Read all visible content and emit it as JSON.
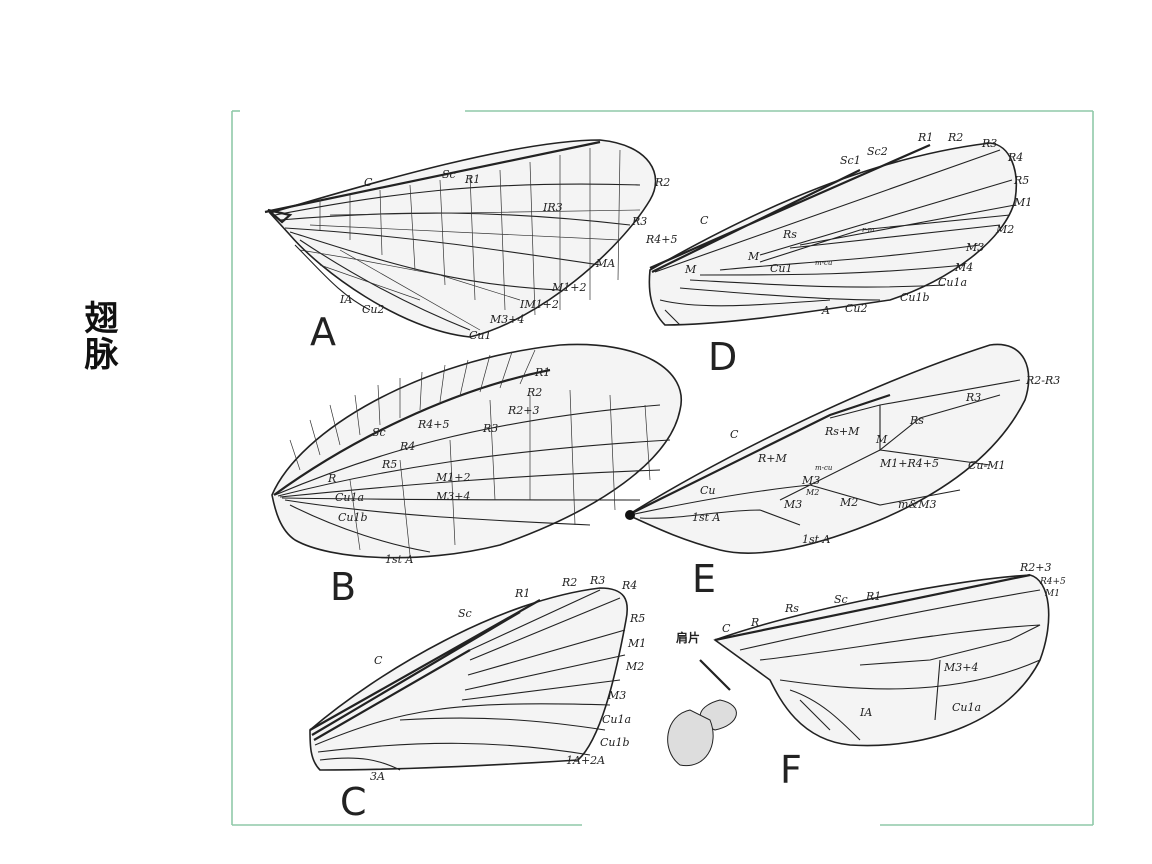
{
  "slide": {
    "title": "翅脉"
  },
  "figure": {
    "panel_letters": [
      "A",
      "B",
      "C",
      "D",
      "E",
      "F"
    ],
    "wing_a": [
      "C",
      "Sc",
      "R1",
      "R2",
      "IR3",
      "R3",
      "R4+5",
      "MA",
      "M1+2",
      "IM1+2",
      "M3+4",
      "Cu1",
      "Cu2",
      "IA"
    ],
    "wing_b": [
      "R1",
      "R2",
      "R2+3",
      "R3",
      "R4+5",
      "Sc",
      "R4",
      "R5",
      "R",
      "M1+2",
      "M3+4",
      "Cu1a",
      "Cu1b",
      "1st A"
    ],
    "wing_c": [
      "Sc",
      "R1",
      "R2",
      "R3",
      "R4",
      "R5",
      "M1",
      "M2",
      "M3",
      "Cu1a",
      "Cu1b",
      "1A+2A",
      "3A",
      "C"
    ],
    "wing_d": [
      "C",
      "Sc1",
      "Sc2",
      "R1",
      "R2",
      "R3",
      "R4",
      "R5",
      "M1",
      "M2",
      "M3",
      "M4",
      "Cu1a",
      "Cu1b",
      "Cu2",
      "A",
      "Rs",
      "M",
      "M",
      "Cu1",
      "m-cu",
      "r-m"
    ],
    "wing_e": [
      "C",
      "R+M",
      "Rs+M",
      "M",
      "Rs",
      "R3",
      "R2-R3",
      "M1+R4+5",
      "Cu-M1",
      "m-cu",
      "M3",
      "M2",
      "Cu",
      "M3",
      "M2",
      "m&M3",
      "1st A",
      "1st A"
    ],
    "wing_f": [
      "R2+3",
      "R4+5",
      "M1",
      "Sc",
      "R1",
      "Rs",
      "R",
      "C",
      "肩片",
      "M3+4",
      "IA",
      "Cu1a"
    ]
  },
  "colors": {
    "frame": "#8fc9a8"
  }
}
